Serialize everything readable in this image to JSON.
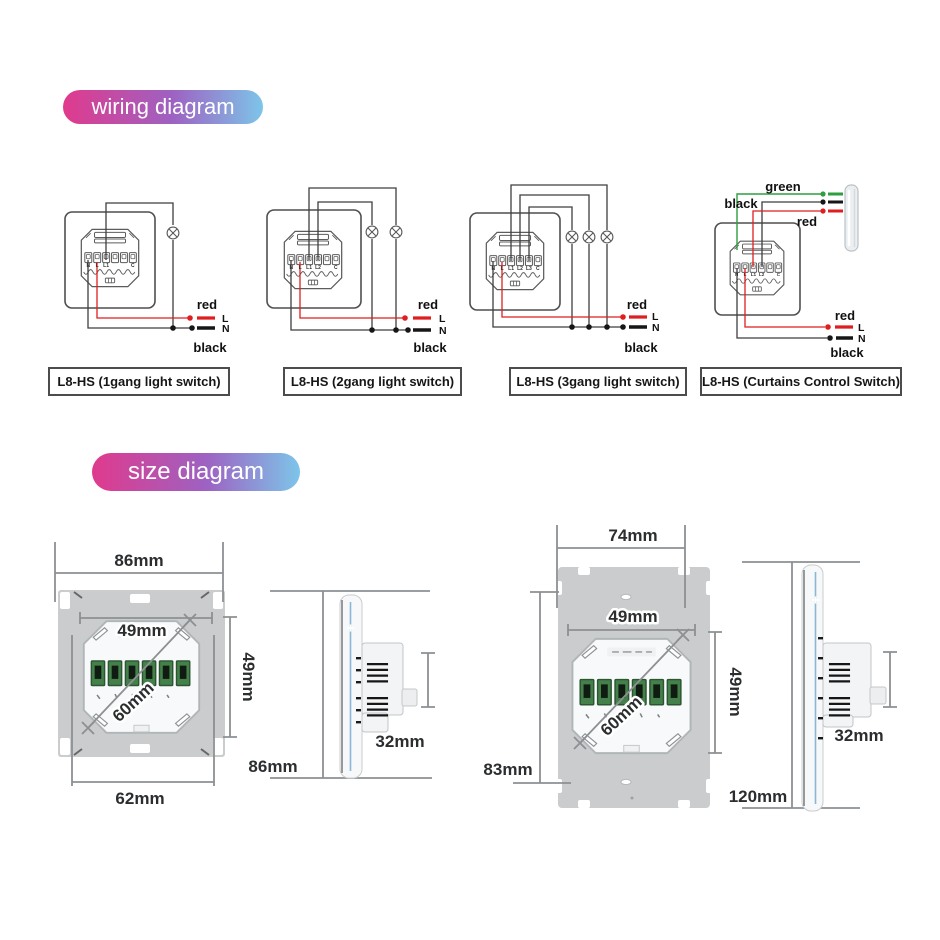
{
  "section_headers": {
    "wiring": "wiring diagram",
    "size": "size diagram"
  },
  "colors": {
    "header_gradient_start": "#e03a8d",
    "header_gradient_mid": "#9d62c2",
    "header_gradient_end": "#7dc5e9",
    "wire_red": "#df1f1f",
    "wire_black": "#1c1c1c",
    "wire_green": "#2f9e41",
    "terminal_green": "#44804a",
    "plate_grey": "#cacccd",
    "dimension_grey": "#8d9093"
  },
  "wiring_diagrams": [
    {
      "caption": "L8-HS (1gang light switch)",
      "lamp_count": 1,
      "terminals": [
        "N",
        "L",
        "L1",
        "",
        "",
        "C"
      ],
      "labels": {
        "red": "red",
        "black": "black",
        "live": "L",
        "neutral": "N"
      }
    },
    {
      "caption": "L8-HS (2gang light switch)",
      "lamp_count": 2,
      "terminals": [
        "N",
        "L",
        "L1",
        "L2",
        "",
        "C"
      ],
      "labels": {
        "red": "red",
        "black": "black",
        "live": "L",
        "neutral": "N"
      }
    },
    {
      "caption": "L8-HS (3gang light switch)",
      "lamp_count": 3,
      "terminals": [
        "N",
        "L",
        "L1",
        "L2",
        "L3",
        "C"
      ],
      "labels": {
        "red": "red",
        "black": "black",
        "live": "L",
        "neutral": "N"
      }
    },
    {
      "caption": "L8-HS (Curtains Control Switch)",
      "lamp_count": 0,
      "terminals": [
        "N",
        "L",
        "L1",
        "L2",
        "",
        "C"
      ],
      "labels": {
        "red": "red",
        "black": "black",
        "live": "L",
        "neutral": "N",
        "motor_green": "green",
        "motor_black": "black",
        "motor_red": "red"
      }
    }
  ],
  "size_diagrams": {
    "eu": {
      "front": {
        "width": "86mm",
        "recess_width": "49mm",
        "recess_height": "49mm",
        "diagonal": "60mm",
        "screw_span": "62mm"
      },
      "side": {
        "height": "86mm",
        "depth": "32mm"
      }
    },
    "us": {
      "front": {
        "width": "74mm",
        "recess_width": "49mm",
        "recess_height": "49mm",
        "diagonal": "60mm",
        "screw_span": "83mm"
      },
      "side": {
        "height": "120mm",
        "depth": "32mm"
      }
    }
  }
}
